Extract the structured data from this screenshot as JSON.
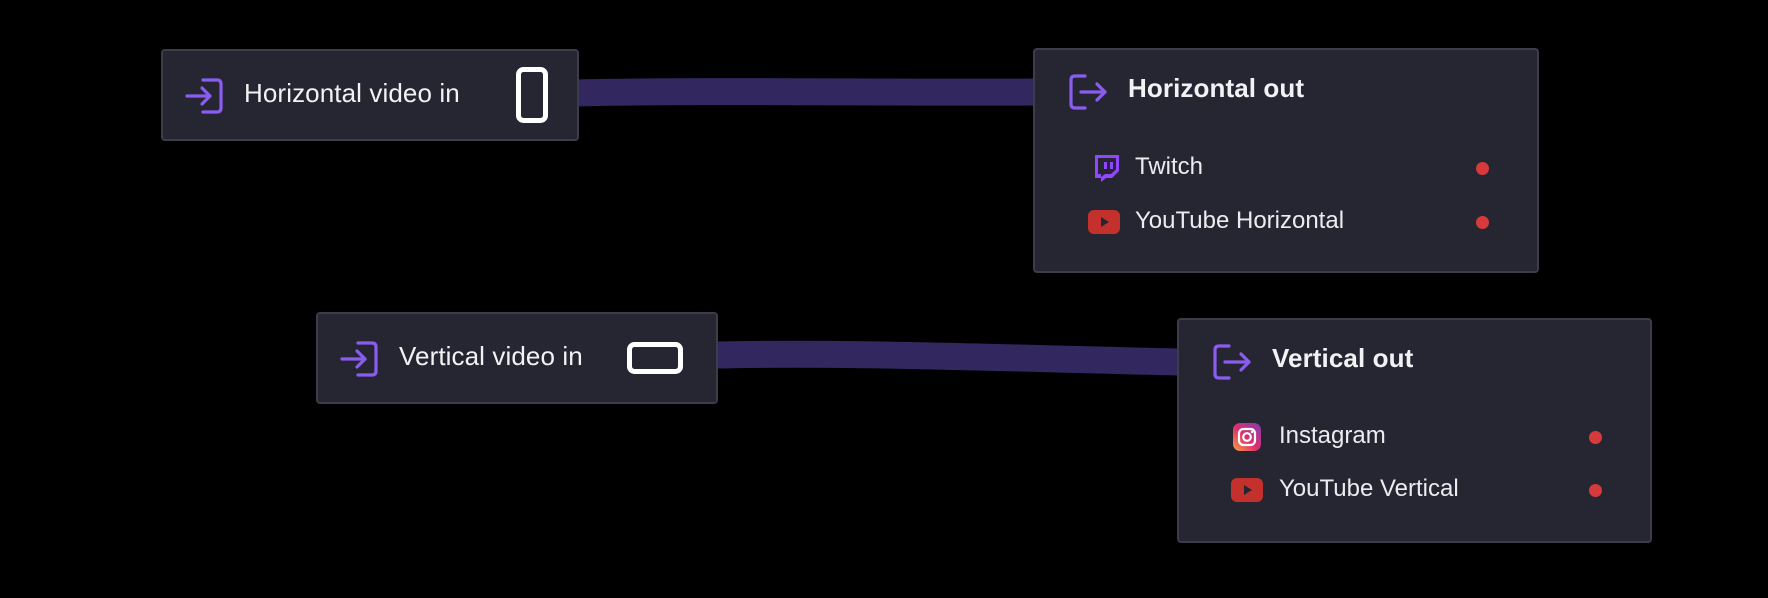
{
  "flows": [
    {
      "input": {
        "title": "Horizontal video in",
        "icon": "login-arrow-icon",
        "orientation_icon": "phone-portrait-icon"
      },
      "output": {
        "title": "Horizontal out",
        "icon": "logout-arrow-icon",
        "destinations": [
          {
            "label": "Twitch",
            "icon": "twitch-icon",
            "status": "offline"
          },
          {
            "label": "YouTube Horizontal",
            "icon": "youtube-icon",
            "status": "offline"
          }
        ]
      }
    },
    {
      "input": {
        "title": "Vertical video in",
        "icon": "login-arrow-icon",
        "orientation_icon": "phone-landscape-icon"
      },
      "output": {
        "title": "Vertical out",
        "icon": "logout-arrow-icon",
        "destinations": [
          {
            "label": "Instagram",
            "icon": "instagram-icon",
            "status": "offline"
          },
          {
            "label": "YouTube Vertical",
            "icon": "youtube-icon",
            "status": "offline"
          }
        ]
      }
    }
  ],
  "colors": {
    "background": "#000000",
    "node_background": "#262633",
    "node_border": "#3c3c4a",
    "accent_purple": "#8a5cf0",
    "connector": "#33275f",
    "status_offline": "#d63a3a",
    "youtube_red": "#c4302b",
    "twitch_purple": "#9146ff"
  }
}
